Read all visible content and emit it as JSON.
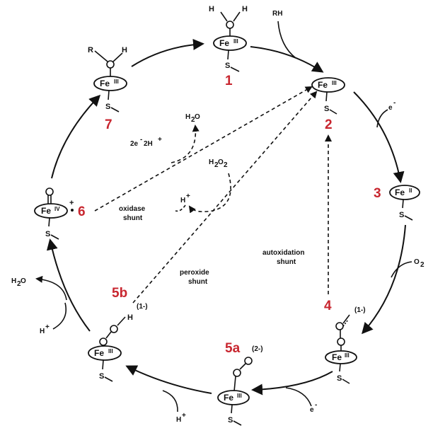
{
  "species": {
    "s1": {
      "number": "1",
      "fe": "Fe",
      "ox": "III",
      "S": "S",
      "H_left": "H",
      "H_right": "H"
    },
    "s2": {
      "number": "2",
      "fe": "Fe",
      "ox": "III",
      "S": "S"
    },
    "s3": {
      "number": "3",
      "fe": "Fe",
      "ox": "II",
      "S": "S"
    },
    "s4": {
      "number": "4",
      "fe": "Fe",
      "ox": "III",
      "S": "S",
      "charge": "(1-)"
    },
    "s5a": {
      "number": "5a",
      "fe": "Fe",
      "ox": "III",
      "S": "S",
      "charge": "(2-)"
    },
    "s5b": {
      "number": "5b",
      "fe": "Fe",
      "ox": "III",
      "S": "S",
      "charge": "(1-)",
      "H": "H"
    },
    "s6": {
      "number": "6",
      "fe": "Fe",
      "ox": "IV",
      "S": "S",
      "plus": "+"
    },
    "s7": {
      "number": "7",
      "fe": "Fe",
      "ox": "III",
      "S": "S",
      "R": "R",
      "H": "H"
    }
  },
  "reagents": {
    "rh": "RH",
    "e1": "e",
    "e1_sup": "-",
    "o2": "O",
    "o2_sub": "2",
    "e2": "e",
    "e2_sup": "-",
    "h_bottom": "H",
    "h_bottom_sup": "+",
    "h_left": "H",
    "h_left_sup": "+",
    "h2o_left": "H",
    "h2o_left_sub": "2",
    "h2o_left_o": "O",
    "h2o_center": "H",
    "h2o_center_sub": "2",
    "h2o_center_o": "O",
    "twoe2h": "2e",
    "twoe2h_sup1": "-",
    "twoe2h_mid": "2H",
    "twoe2h_sup2": "+",
    "h2o2": "H",
    "h2o2_sub1": "2",
    "h2o2_o": "O",
    "h2o2_sub2": "2",
    "h_center": "H",
    "h_center_sup": "+"
  },
  "shunts": {
    "oxidase_line1": "oxidase",
    "oxidase_line2": "shunt",
    "peroxide_line1": "peroxide",
    "peroxide_line2": "shunt",
    "autoxidation_line1": "autoxidation",
    "autoxidation_line2": "shunt"
  },
  "colors": {
    "number": "#c8262f",
    "line": "#111111"
  }
}
